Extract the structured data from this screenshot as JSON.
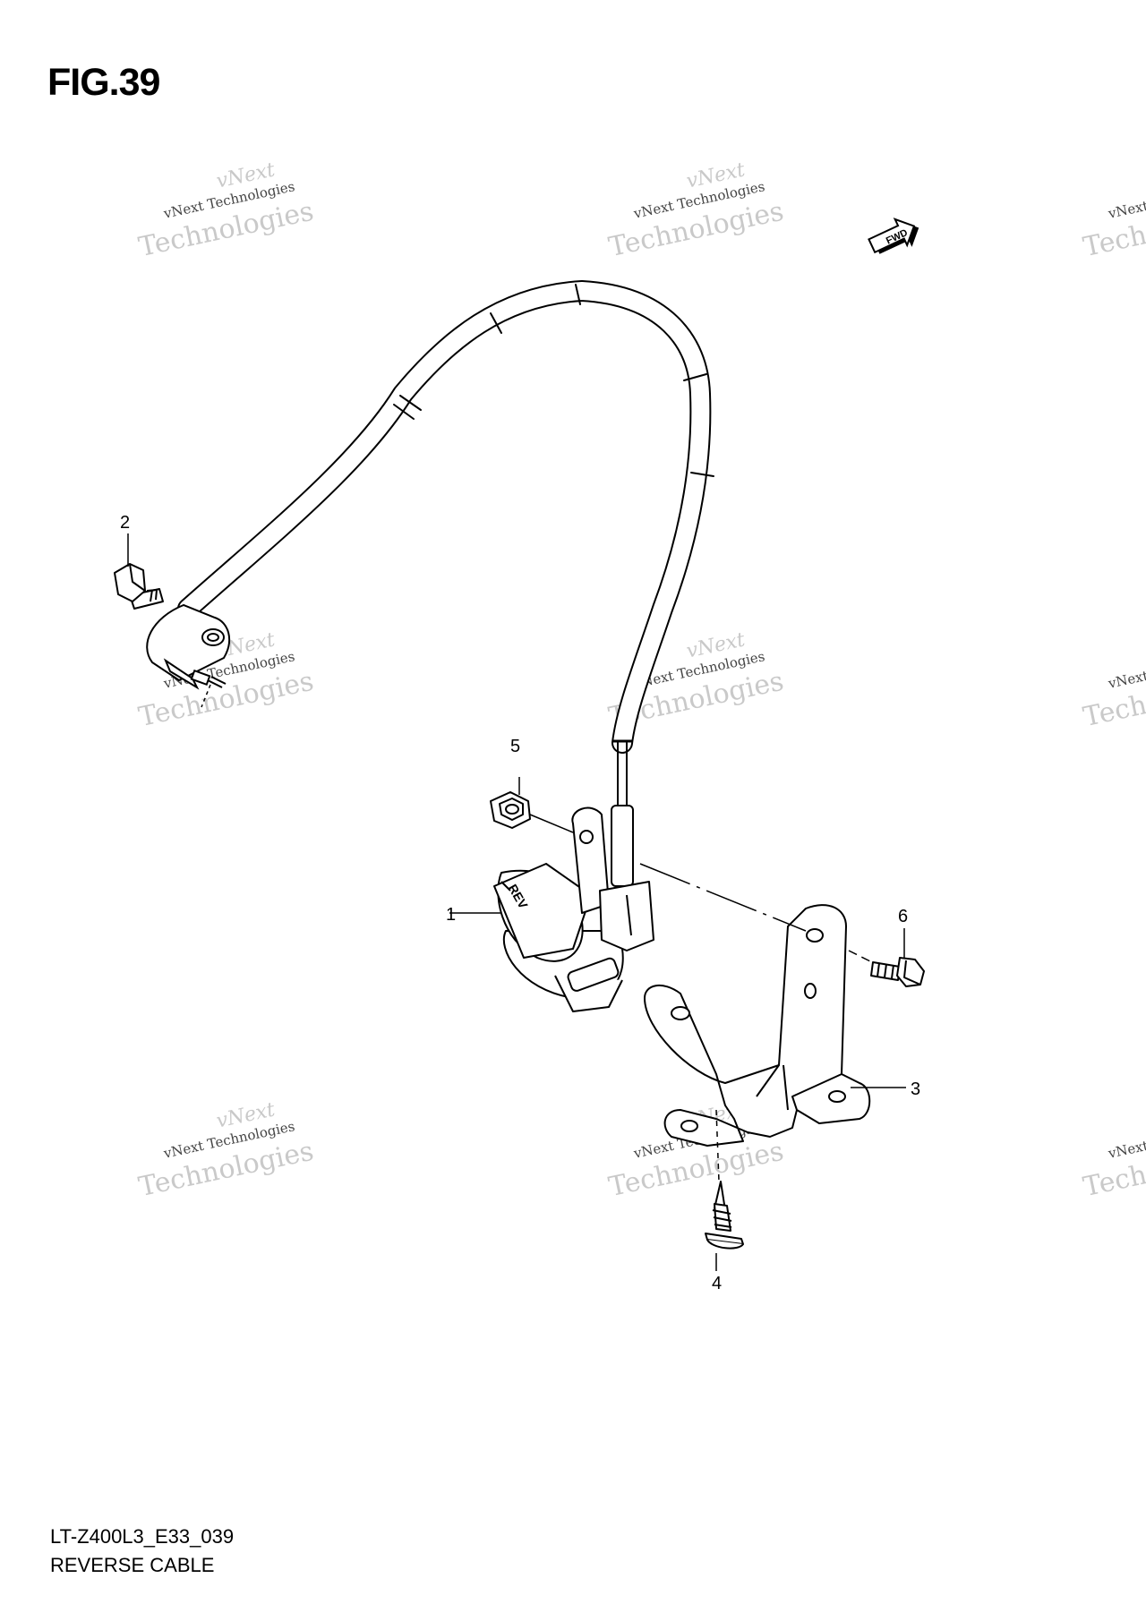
{
  "figure": {
    "title": "FIG.39",
    "code": "LT-Z400L3_E33_039",
    "name": "REVERSE CABLE"
  },
  "fwd_label": "FWD",
  "parts": [
    {
      "callout": "1"
    },
    {
      "callout": "2"
    },
    {
      "callout": "3"
    },
    {
      "callout": "4"
    },
    {
      "callout": "5"
    },
    {
      "callout": "6"
    }
  ],
  "knob_label": "REV",
  "watermark": {
    "line1": "vNext",
    "line2": "vNext Technologies",
    "line3": "Technologies",
    "color": "#c9c9c9"
  },
  "line_color": "#000000"
}
